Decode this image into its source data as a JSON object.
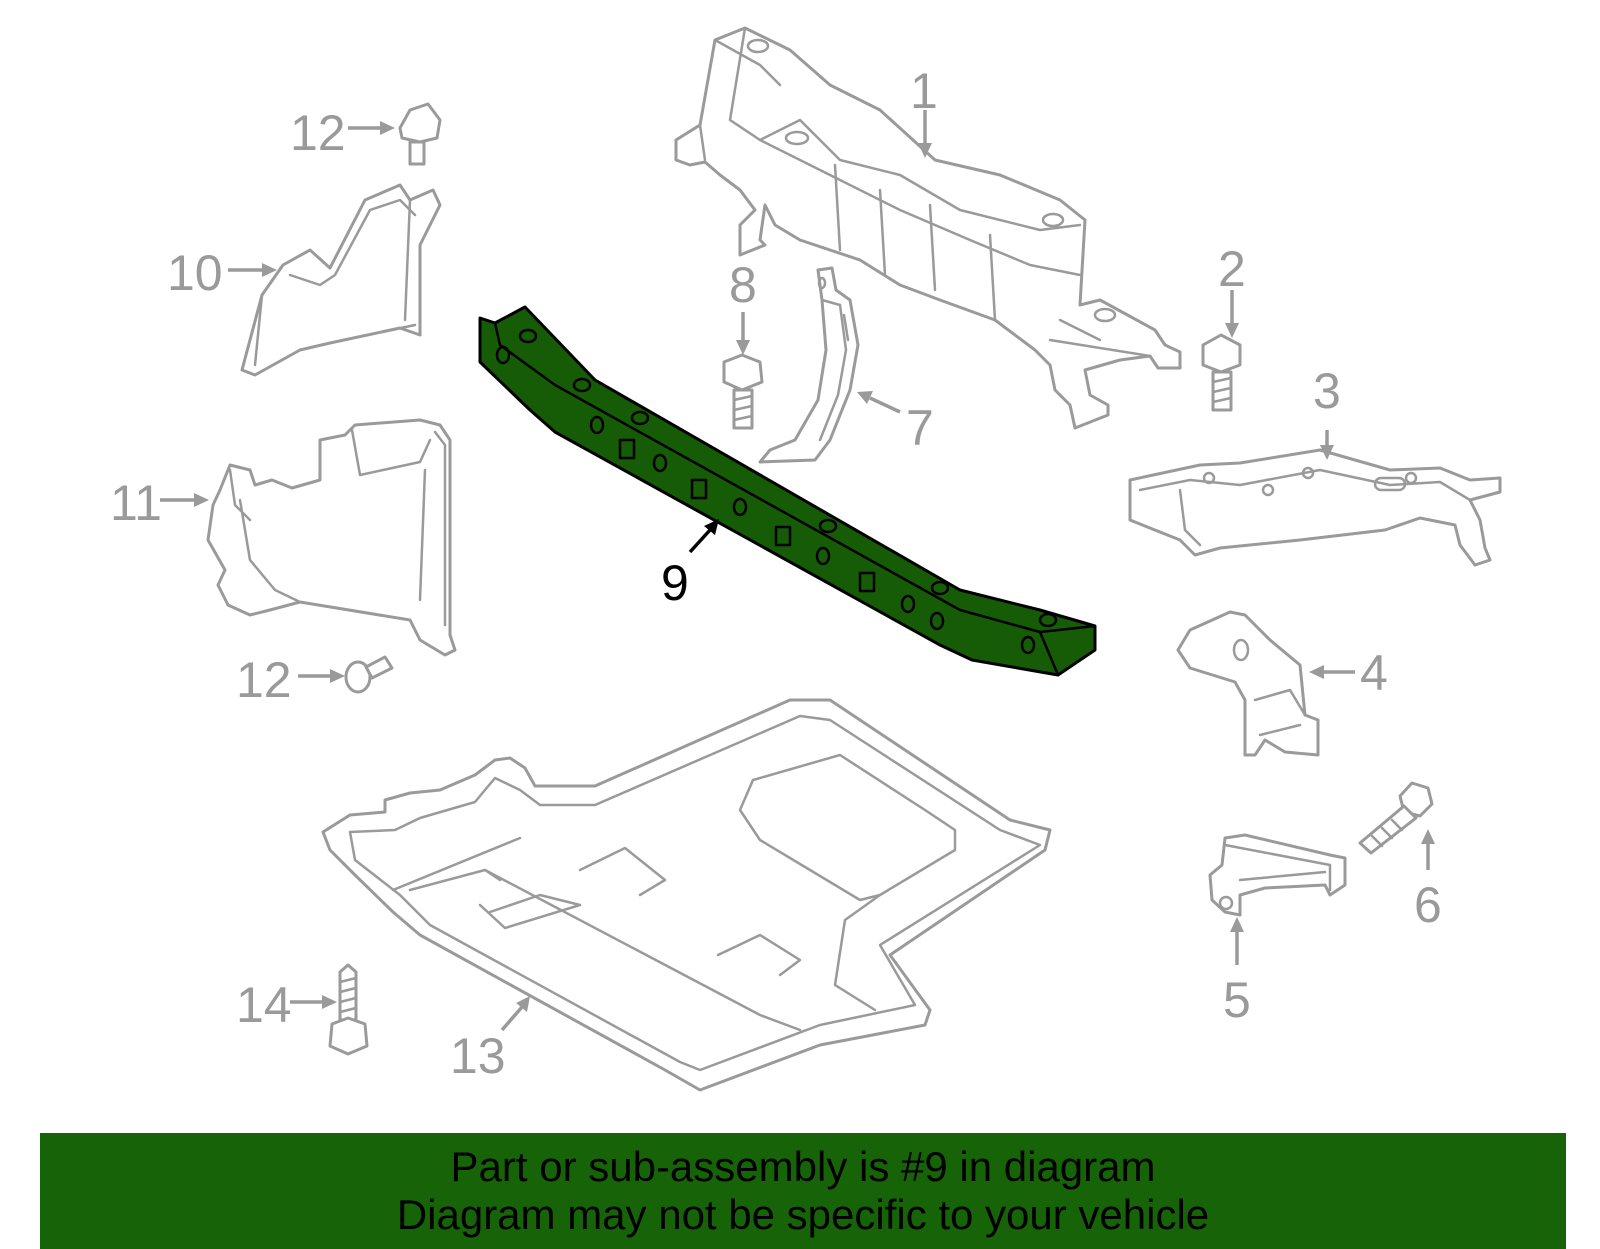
{
  "diagram": {
    "highlighted_part": "9",
    "colors": {
      "highlight": "#165b06",
      "banner": "#166407",
      "parts": "#9a9a9a"
    },
    "callouts": {
      "c1": "1",
      "c2": "2",
      "c3": "3",
      "c4": "4",
      "c5": "5",
      "c6": "6",
      "c7": "7",
      "c8": "8",
      "c9": "9",
      "c10": "10",
      "c11": "11",
      "c12a": "12",
      "c12b": "12",
      "c13": "13",
      "c14": "14"
    }
  },
  "banner": {
    "line1": "Part or sub-assembly is #9 in diagram",
    "line2": "Diagram may not be specific to your vehicle"
  }
}
